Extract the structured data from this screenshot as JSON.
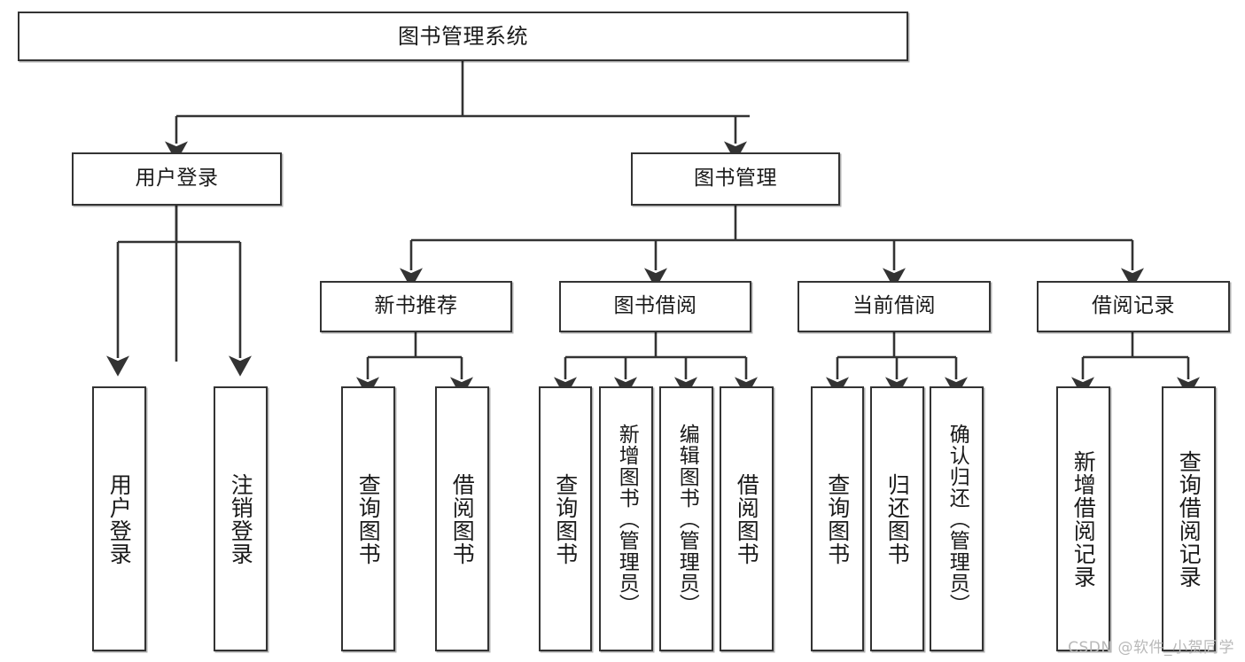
{
  "diagram": {
    "type": "tree",
    "title": "图书管理系统",
    "line_color": "#333333",
    "box_fill": "#ffffff",
    "text_color": "#1a1a1a",
    "root": {
      "id": "root",
      "label": "图书管理系统"
    },
    "level1": [
      {
        "id": "user-login",
        "label": "用户登录"
      },
      {
        "id": "book-manage",
        "label": "图书管理"
      }
    ],
    "level2": [
      {
        "id": "new-book-recommend",
        "label": "新书推荐",
        "parent": "book-manage"
      },
      {
        "id": "book-borrow",
        "label": "图书借阅",
        "parent": "book-manage"
      },
      {
        "id": "current-borrow",
        "label": "当前借阅",
        "parent": "book-manage"
      },
      {
        "id": "borrow-record",
        "label": "借阅记录",
        "parent": "book-manage"
      }
    ],
    "leaves": {
      "user-login": [
        {
          "id": "leaf-user-login",
          "label": "用户登录"
        },
        {
          "id": "leaf-logout",
          "label": "注销登录"
        }
      ],
      "new-book-recommend": [
        {
          "id": "leaf-query-book-1",
          "label": "查询图书"
        },
        {
          "id": "leaf-borrow-book-1",
          "label": "借阅图书"
        }
      ],
      "book-borrow": [
        {
          "id": "leaf-query-book-2",
          "label": "查询图书"
        },
        {
          "id": "leaf-add-book",
          "label": "新增图书（管理员）"
        },
        {
          "id": "leaf-edit-book",
          "label": "编辑图书（管理员）"
        },
        {
          "id": "leaf-borrow-book-2",
          "label": "借阅图书"
        }
      ],
      "current-borrow": [
        {
          "id": "leaf-query-book-3",
          "label": "查询图书"
        },
        {
          "id": "leaf-return-book",
          "label": "归还图书"
        },
        {
          "id": "leaf-confirm-return",
          "label": "确认归还（管理员）"
        }
      ],
      "borrow-record": [
        {
          "id": "leaf-add-record",
          "label": "新增借阅记录"
        },
        {
          "id": "leaf-query-record",
          "label": "查询借阅记录"
        }
      ]
    }
  },
  "watermark": {
    "text": "CSDN @软件_小贺同学"
  }
}
